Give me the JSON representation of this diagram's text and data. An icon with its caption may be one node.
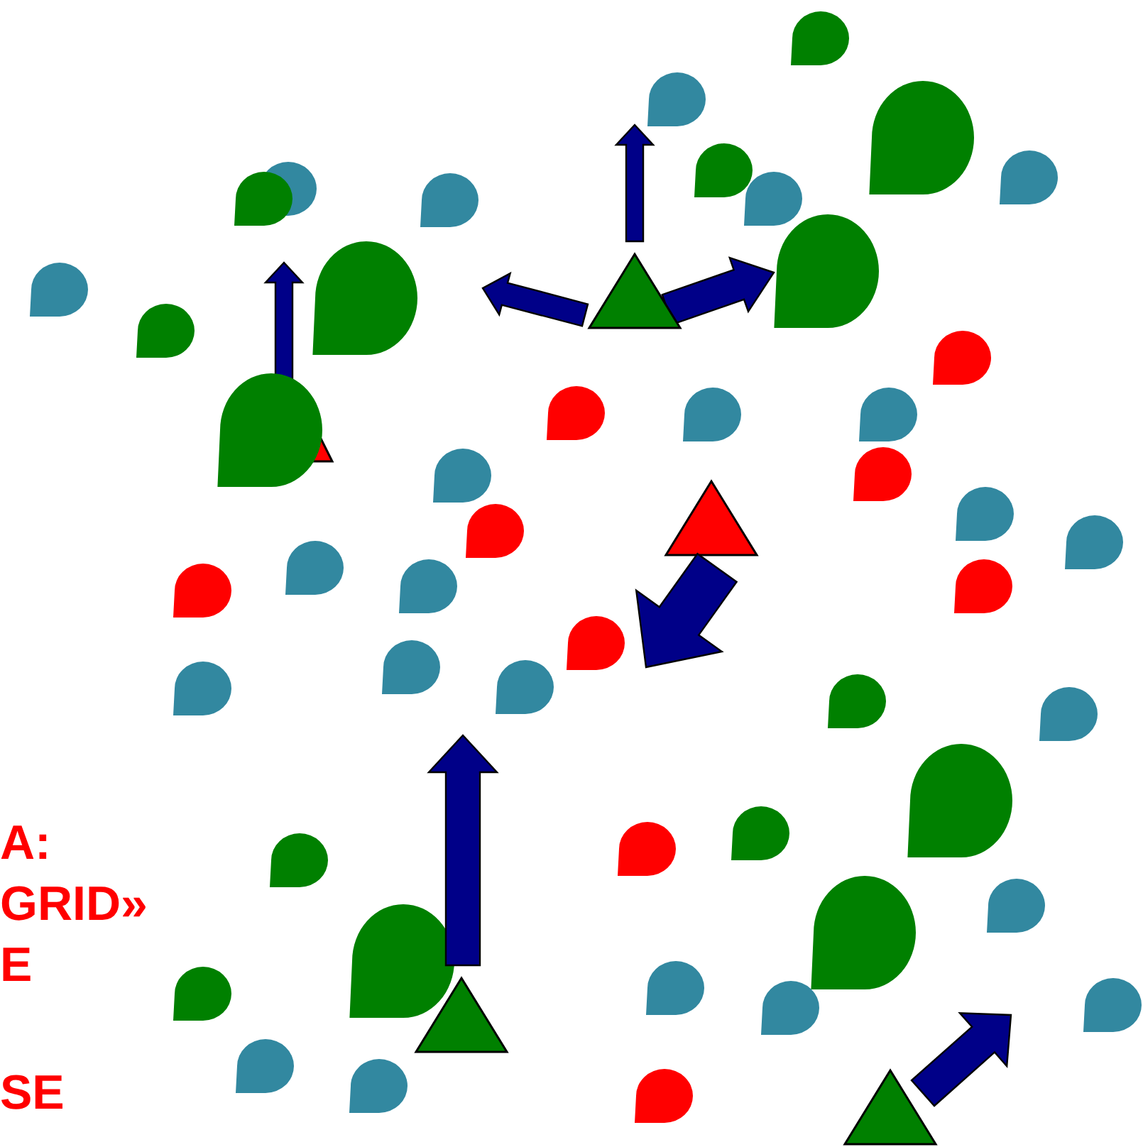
{
  "diagram": {
    "labels": [
      "A:",
      "GRID»",
      "E",
      "SE"
    ]
  }
}
